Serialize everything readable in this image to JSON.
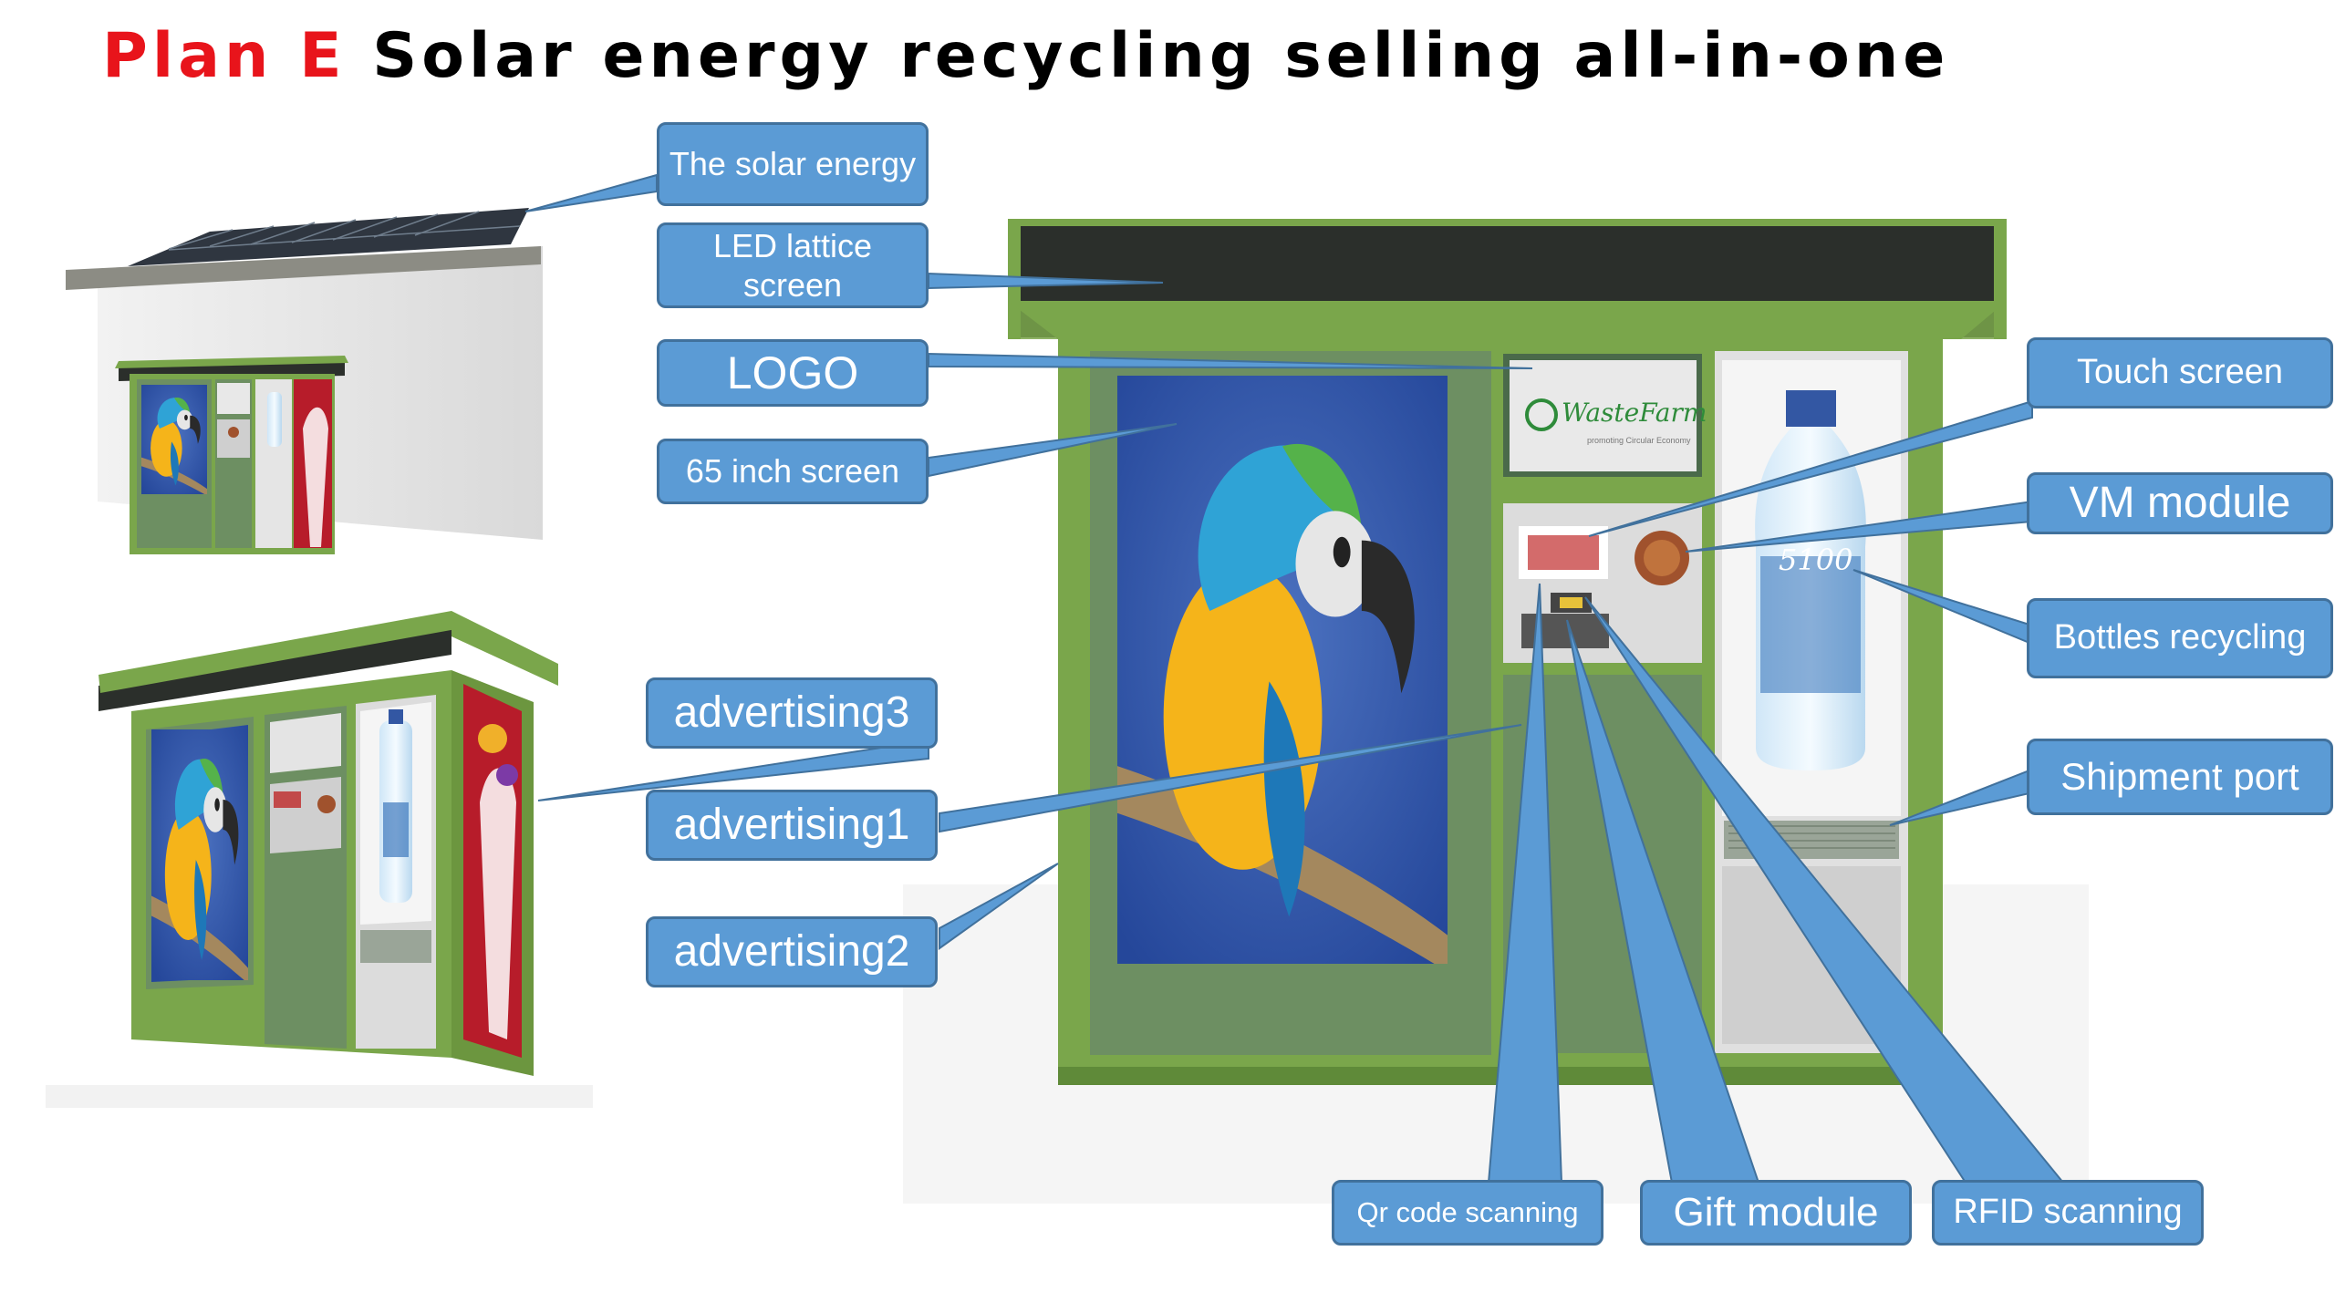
{
  "title": {
    "plan": "Plan E",
    "rest": "Solar energy recycling selling all-in-one"
  },
  "callouts": {
    "solar": "The solar energy",
    "led": "LED lattice screen",
    "logo": "LOGO",
    "screen65": "65 inch screen",
    "adv3": "advertising3",
    "adv1": "advertising1",
    "adv2": "advertising2",
    "touch": "Touch screen",
    "vm": "VM module",
    "bottles": "Bottles recycling",
    "shipment": "Shipment port",
    "qr": "Qr code scanning",
    "gift": "Gift module",
    "rfid": "RFID scanning"
  },
  "machine": {
    "brand": "WasteFarm",
    "brand_tagline": "promoting Circular Economy",
    "bottle_label": "5100"
  },
  "colors": {
    "accent_red": "#e8141b",
    "callout_fill": "#5b9bd5",
    "callout_border": "#41719c",
    "machine_green": "#7aa64b",
    "panel_green": "#6d8f62",
    "roof_dark": "#2b2f2b"
  }
}
